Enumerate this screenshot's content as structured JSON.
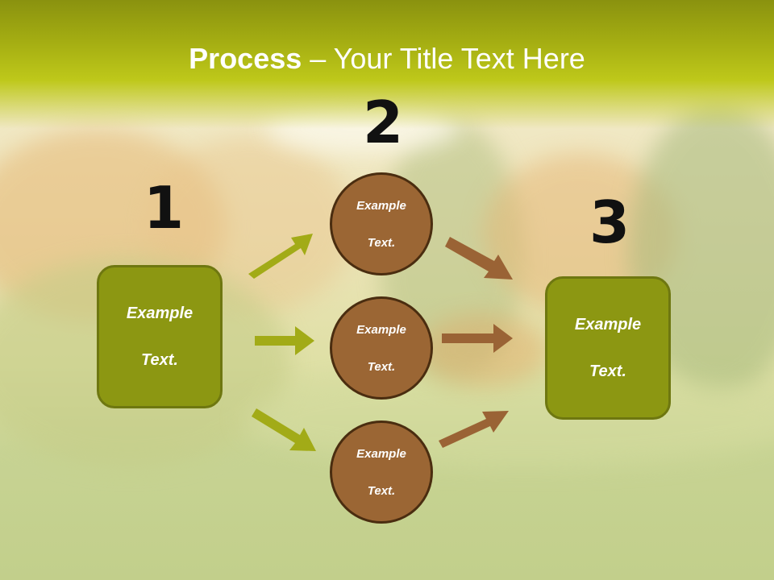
{
  "title": {
    "bold": "Process",
    "rest": " – Your Title Text Here"
  },
  "steps": {
    "one": "1",
    "two": "2",
    "three": "3"
  },
  "left_box": {
    "line1": "Example",
    "line2": "Text."
  },
  "right_box": {
    "line1": "Example",
    "line2": "Text."
  },
  "circles": [
    {
      "line1": "Example",
      "line2": "Text."
    },
    {
      "line1": "Example",
      "line2": "Text."
    },
    {
      "line1": "Example",
      "line2": "Text."
    }
  ],
  "colors": {
    "title_band": "#a4ad12",
    "box_fill": "#8c9712",
    "circle_fill": "#9b6634",
    "green_arrow": "#a2ab17",
    "brown_arrow": "#9a6335"
  }
}
